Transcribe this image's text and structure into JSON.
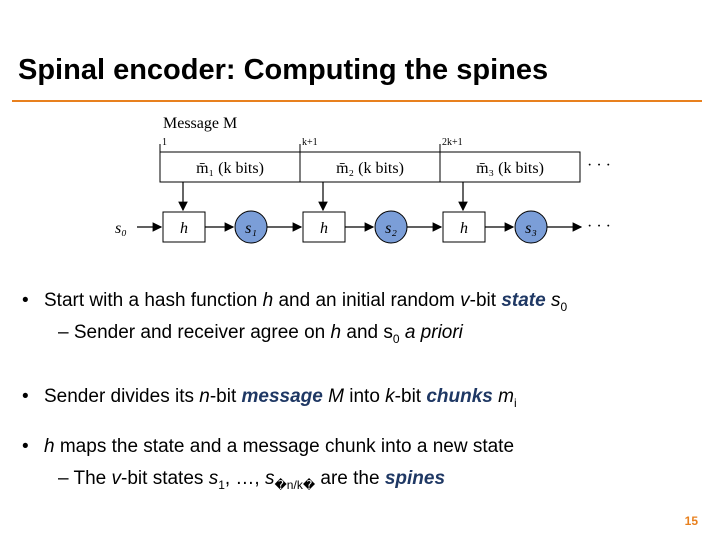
{
  "slide": {
    "title": "Spinal encoder: Computing the spines",
    "page_number": "15",
    "accent_color": "#e8801e",
    "emphasis_color": "#1f3864"
  },
  "diagram": {
    "message_label": "Message M",
    "tick_labels": [
      "1",
      "k+1",
      "2k+1"
    ],
    "chunks": [
      "m̄₁ (k bits)",
      "m̄₂ (k bits)",
      "m̄₃ (k bits)"
    ],
    "ellipsis": "· · ·",
    "initial_state": "s₀",
    "hash_label": "h",
    "states": [
      "s₁",
      "s₂",
      "s₃"
    ]
  },
  "bullets": {
    "b1": {
      "part1": "Start with a hash function ",
      "h": "h",
      "part2": " and an initial random ",
      "v": "v",
      "part3": "-bit ",
      "state": "state",
      "s": " s",
      "sub0": "0"
    },
    "b1_sub": {
      "part1": "– Sender and receiver agree on ",
      "h": "h",
      "part2": " and s",
      "sub0": "0",
      "apriori": " a priori"
    },
    "b2": {
      "part1": "Sender divides its ",
      "n": "n",
      "part2": "-bit ",
      "message": "message",
      "M": " M",
      "part3": " into ",
      "k": "k",
      "part4": "-bit ",
      "chunks": "chunks",
      "m": " m",
      "subi": "i"
    },
    "b3": {
      "h": "h",
      "part1": " maps the state and a message chunk into a new state"
    },
    "b3_sub": {
      "part1": "– The ",
      "v": "v",
      "part2": "-bit states ",
      "s1": "s",
      "sub1": "1",
      "part3": ", …, ",
      "s": "s",
      "subnk": "�n/k�",
      "part4": " are the ",
      "spines": "spines"
    }
  }
}
